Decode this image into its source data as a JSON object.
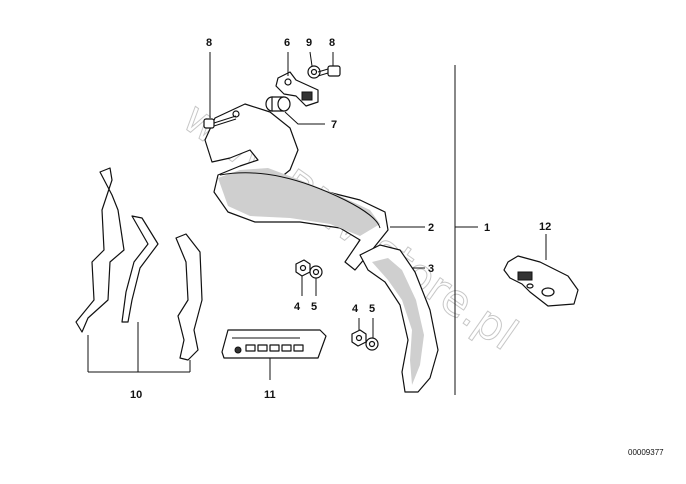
{
  "watermark": "www.BMWstore.pl",
  "reference_number": "00009377",
  "callouts": {
    "c1": "1",
    "c2": "2",
    "c3": "3",
    "c4a": "4",
    "c4b": "4",
    "c5a": "5",
    "c5b": "5",
    "c6": "6",
    "c7": "7",
    "c8a": "8",
    "c8b": "8",
    "c9": "9",
    "c10": "10",
    "c11": "11",
    "c12": "12"
  }
}
